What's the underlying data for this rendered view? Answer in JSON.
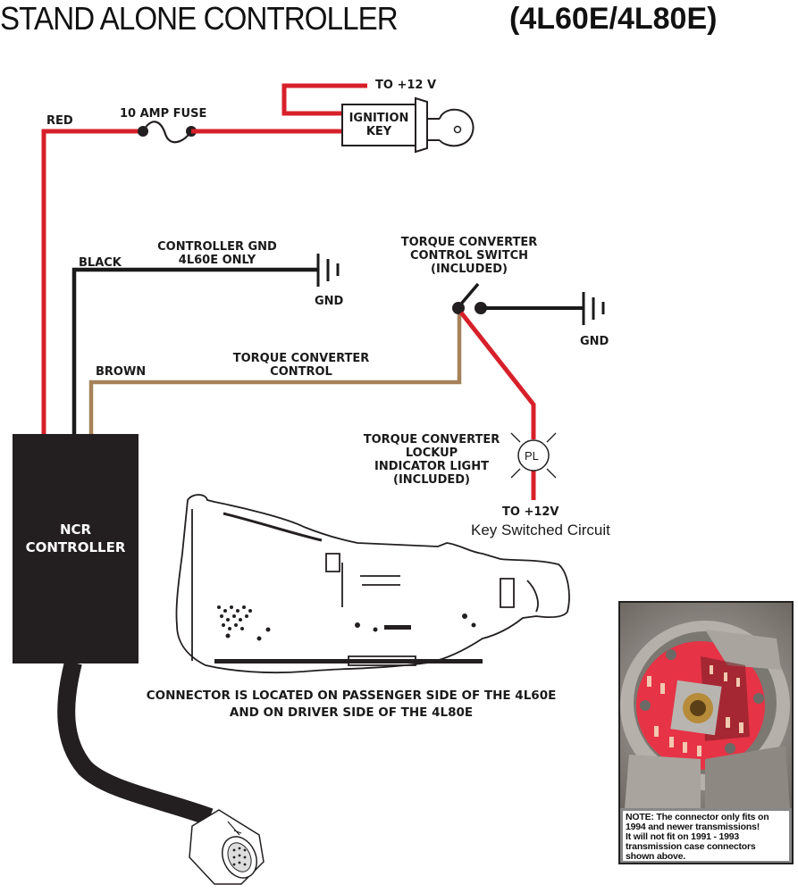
{
  "title": {
    "main": "STAND ALONE CONTROLLER",
    "models": "(4L60E/4L80E)"
  },
  "wires": {
    "red": {
      "label": "RED",
      "color": "#d7202a"
    },
    "black": {
      "label": "BLACK",
      "color": "#1a1a1a"
    },
    "brown": {
      "label": "BROWN",
      "color": "#a6825a"
    }
  },
  "components": {
    "fuse": {
      "label": "10 AMP FUSE"
    },
    "ignition": {
      "line1": "IGNITION",
      "line2": "KEY",
      "supply": "TO  +12 V"
    },
    "controller_gnd": {
      "line1": "CONTROLLER GND",
      "line2": "4L60E ONLY",
      "gnd": "GND"
    },
    "tcc_switch": {
      "line1": "TORQUE CONVERTER",
      "line2": "CONTROL SWITCH",
      "line3": "(INCLUDED)",
      "gnd": "GND"
    },
    "tcc_control": {
      "line1": "TORQUE CONVERTER",
      "line2": "CONTROL"
    },
    "lockup_light": {
      "line1": "TORQUE CONVERTER",
      "line2": "LOCKUP",
      "line3": "INDICATOR LIGHT",
      "line4": "(INCLUDED)",
      "symbol": "PL",
      "supply": "TO  +12V",
      "supply_note": "Key Switched Circuit"
    },
    "ncr": {
      "line1": "NCR",
      "line2": "CONTROLLER"
    }
  },
  "connector_note": {
    "line1": "CONNECTOR IS LOCATED ON PASSENGER SIDE OF THE 4L60E",
    "line2": "AND ON DRIVER SIDE OF THE 4L80E"
  },
  "photo_note": {
    "line1": "NOTE: The connector only fits on",
    "line2": "1994 and newer transmissions!",
    "line3": "It will not fit on 1991 - 1993",
    "line4": "transmission case connectors",
    "line5": "shown above."
  }
}
